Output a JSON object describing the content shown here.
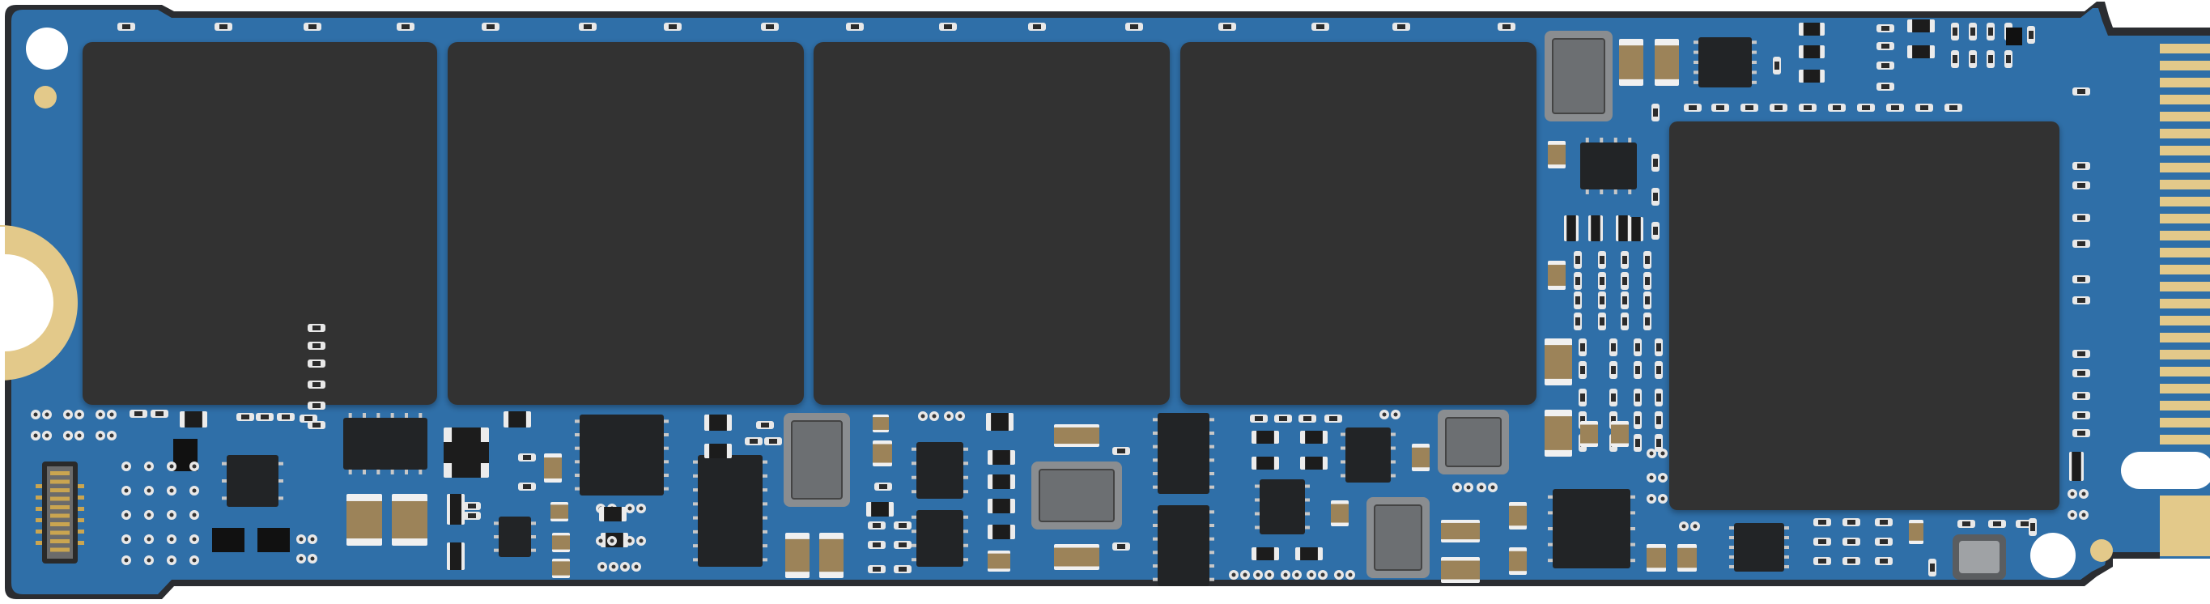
{
  "image": {
    "subject": "",
    "colors": {
      "board_outline": "#2b2d31",
      "pcb_blue": "#2f6fa8",
      "pcb_blue_light": "#3a7db8",
      "chip_black": "#333333",
      "chip_dark": "#222426",
      "gold": "#e3c98a",
      "gold_dark": "#caa550",
      "cap_tan": "#9c8359",
      "metal": "#8a8d90",
      "metal_dark": "#6c6f72",
      "white": "#ffffff",
      "resistor_body": "#e8e8e8"
    },
    "parts": {
      "nand_packages": 4,
      "controller_packages": 1,
      "edge_connector_pins": 30
    }
  }
}
